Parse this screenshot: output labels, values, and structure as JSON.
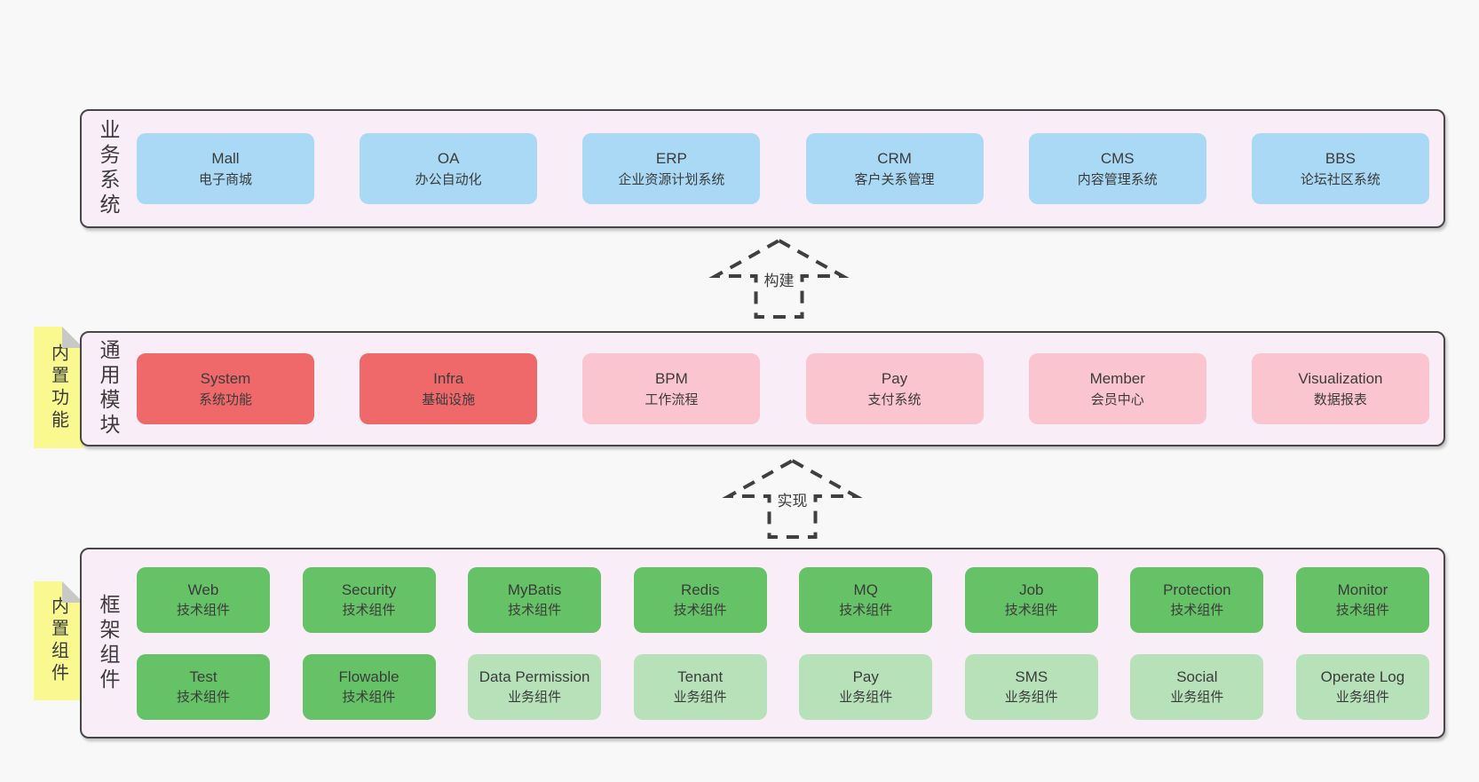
{
  "canvas": {
    "background": "#f8f8f8"
  },
  "colors": {
    "container_fill": "#f9edf7",
    "container_border": "#474747",
    "text": "#3b3b3b",
    "blue": "#a9d9f4",
    "red": "#f0696a",
    "pink": "#fbc5cf",
    "green": "#66c266",
    "light_green": "#b7e2b9",
    "note_yellow": "#f9f98f",
    "note_fold": "#c8c8c8",
    "arrow_stroke": "#3f3f3f"
  },
  "arrows": [
    {
      "label": "构建"
    },
    {
      "label": "实现"
    }
  ],
  "sections": [
    {
      "label": "业务系统",
      "note": null,
      "rows": [
        [
          {
            "title": "Mall",
            "subtitle": "电子商城",
            "variant": "blue"
          },
          {
            "title": "OA",
            "subtitle": "办公自动化",
            "variant": "blue"
          },
          {
            "title": "ERP",
            "subtitle": "企业资源计划系统",
            "variant": "blue"
          },
          {
            "title": "CRM",
            "subtitle": "客户关系管理",
            "variant": "blue"
          },
          {
            "title": "CMS",
            "subtitle": "内容管理系统",
            "variant": "blue"
          },
          {
            "title": "BBS",
            "subtitle": "论坛社区系统",
            "variant": "blue"
          }
        ]
      ]
    },
    {
      "label": "通用模块",
      "note": "内置功能",
      "rows": [
        [
          {
            "title": "System",
            "subtitle": "系统功能",
            "variant": "red"
          },
          {
            "title": "Infra",
            "subtitle": "基础设施",
            "variant": "red"
          },
          {
            "title": "BPM",
            "subtitle": "工作流程",
            "variant": "pink"
          },
          {
            "title": "Pay",
            "subtitle": "支付系统",
            "variant": "pink"
          },
          {
            "title": "Member",
            "subtitle": "会员中心",
            "variant": "pink"
          },
          {
            "title": "Visualization",
            "subtitle": "数据报表",
            "variant": "pink"
          }
        ]
      ]
    },
    {
      "label": "框架组件",
      "note": "内置组件",
      "rows": [
        [
          {
            "title": "Web",
            "subtitle": "技术组件",
            "variant": "green"
          },
          {
            "title": "Security",
            "subtitle": "技术组件",
            "variant": "green"
          },
          {
            "title": "MyBatis",
            "subtitle": "技术组件",
            "variant": "green"
          },
          {
            "title": "Redis",
            "subtitle": "技术组件",
            "variant": "green"
          },
          {
            "title": "MQ",
            "subtitle": "技术组件",
            "variant": "green"
          },
          {
            "title": "Job",
            "subtitle": "技术组件",
            "variant": "green"
          },
          {
            "title": "Protection",
            "subtitle": "技术组件",
            "variant": "green"
          },
          {
            "title": "Monitor",
            "subtitle": "技术组件",
            "variant": "green"
          }
        ],
        [
          {
            "title": "Test",
            "subtitle": "技术组件",
            "variant": "green"
          },
          {
            "title": "Flowable",
            "subtitle": "技术组件",
            "variant": "green"
          },
          {
            "title": "Data Permission",
            "subtitle": "业务组件",
            "variant": "light_green"
          },
          {
            "title": "Tenant",
            "subtitle": "业务组件",
            "variant": "light_green"
          },
          {
            "title": "Pay",
            "subtitle": "业务组件",
            "variant": "light_green"
          },
          {
            "title": "SMS",
            "subtitle": "业务组件",
            "variant": "light_green"
          },
          {
            "title": "Social",
            "subtitle": "业务组件",
            "variant": "light_green"
          },
          {
            "title": "Operate Log",
            "subtitle": "业务组件",
            "variant": "light_green"
          }
        ]
      ]
    }
  ]
}
